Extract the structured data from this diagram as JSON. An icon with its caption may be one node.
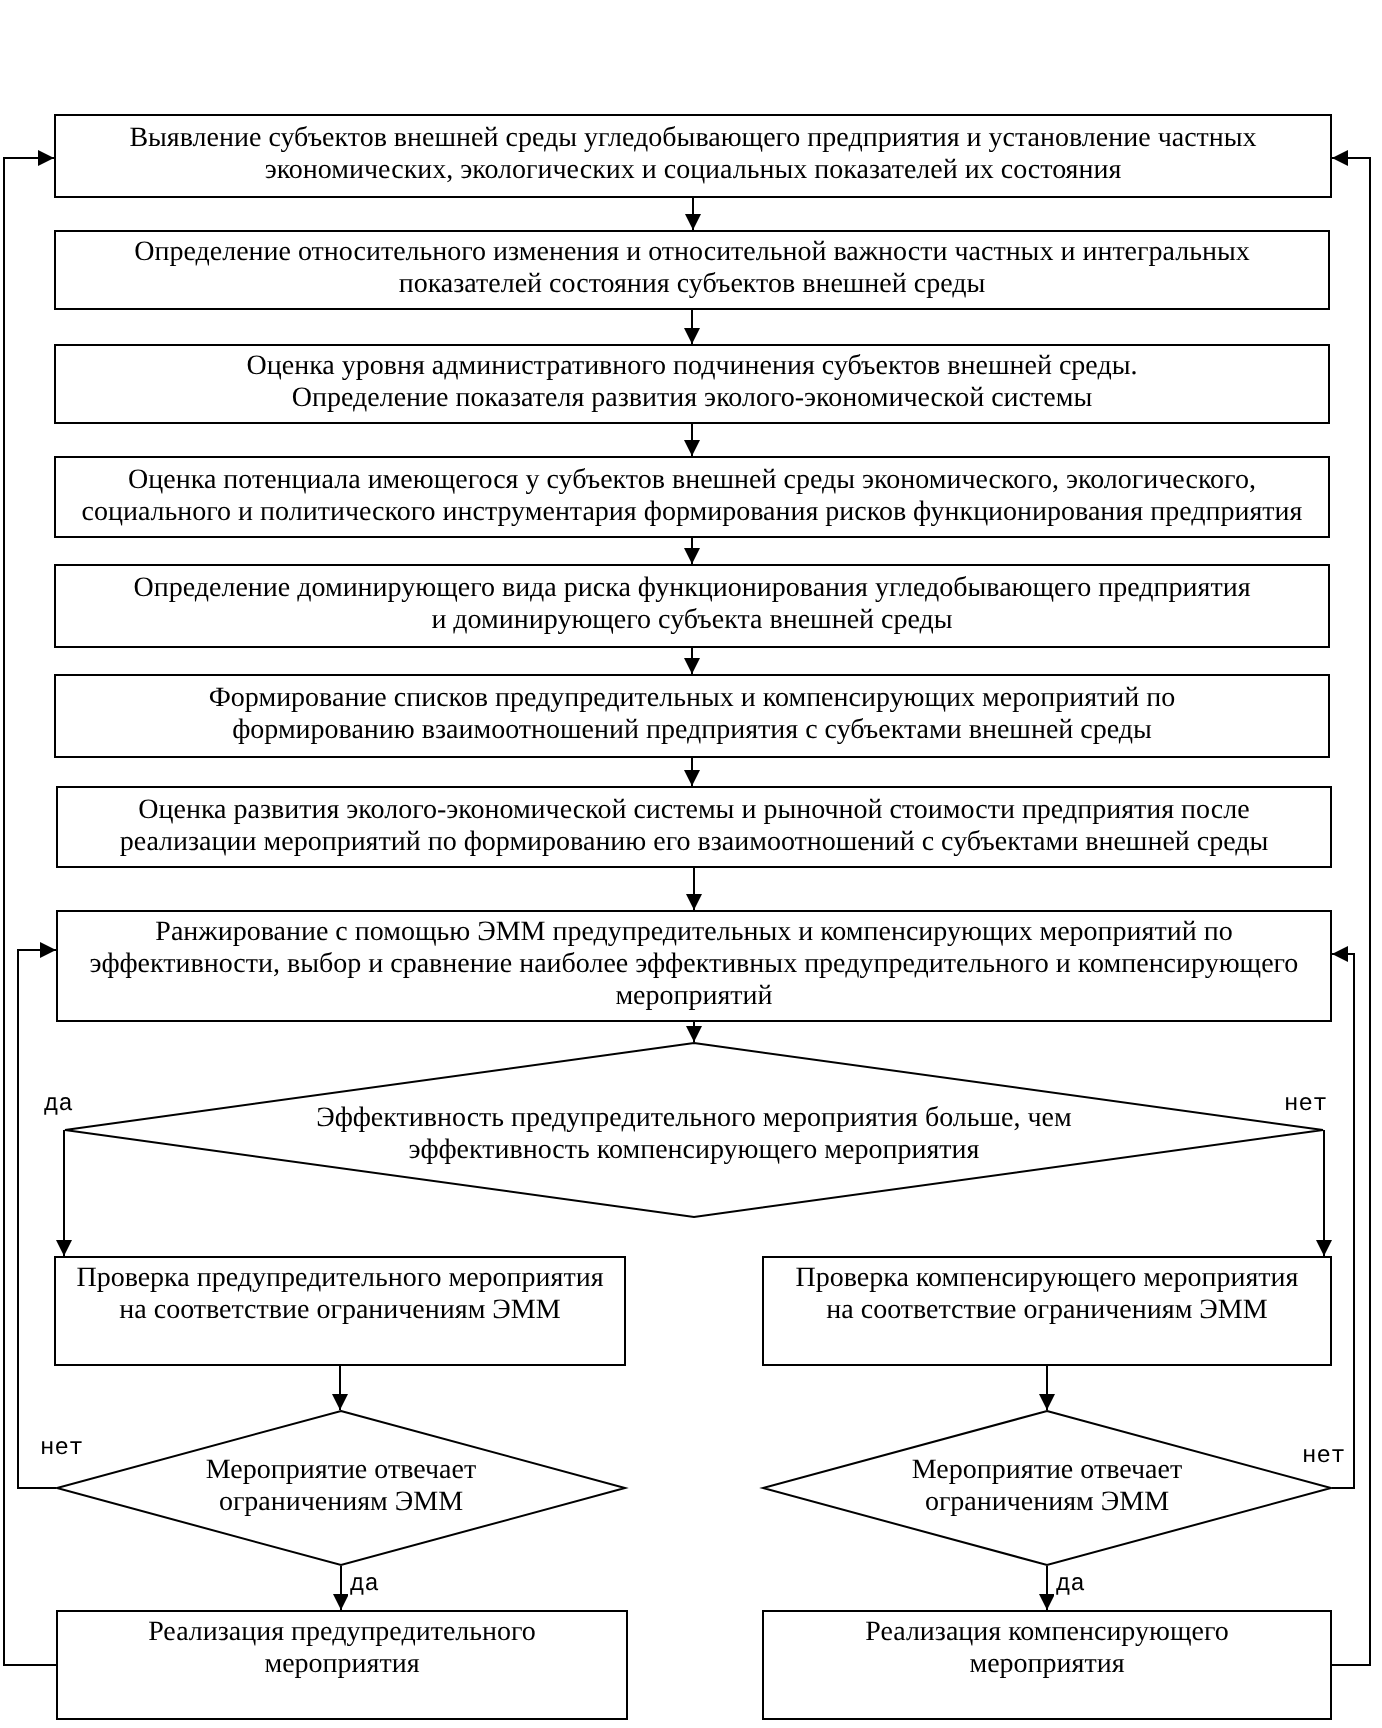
{
  "diagram": {
    "nodes": [
      {
        "text": [
          "Выявление субъектов внешней среды угледобывающего предприятия и установление частных экономических, экологических и социальных показателей их состояния"
        ]
      },
      {
        "text": [
          "Определение относительного изменения и относительной важности частных и интегральных показателей состояния субъектов внешней среды"
        ]
      },
      {
        "text": [
          "Оценка уровня административного подчинения субъектов внешней среды. Определение показателя развития эколого-экономической системы"
        ]
      },
      {
        "text": [
          "Оценка потенциала имеющегося у субъектов внешней среды экономического, экологического, социального и политического инструментария формирования рисков функционирования предприятия"
        ]
      },
      {
        "text": [
          "Определение доминирующего вида риска функционирования угледобывающего предприятия и доминирующего субъекта внешней среды"
        ]
      },
      {
        "text": [
          "Формирование списков предупредительных и компенсирующих мероприятий по формированию взаимоотношений предприятия с субъектами внешней среды"
        ]
      },
      {
        "text": [
          "Оценка развития эколого-экономической системы и рыночной стоимости предприятия после реализации мероприятий по формированию его взаимоотношений с субъектами внешней среды"
        ]
      },
      {
        "text": [
          "Ранжирование с помощью ЭММ предупредительных и компенсирующих мероприятий по эффективности, выбор и сравнение наиболее эффективных предупредительного и компенсирующего мероприятий"
        ]
      },
      {
        "text": [
          "Эффективность предупредительного мероприятия больше, чем эффективность компенсирующего мероприятия"
        ]
      },
      {
        "text": [
          "Проверка предупредительного мероприятия на соответствие ограничениям ЭММ"
        ]
      },
      {
        "text": [
          "Проверка компенсирующего мероприятия на соответствие ограничениям ЭММ"
        ]
      },
      {
        "text": [
          "Мероприятие отвечает ограничениям ЭММ"
        ]
      },
      {
        "text": [
          "Мероприятие отвечает ограничениям ЭММ"
        ]
      },
      {
        "text": [
          "Реализация предупредительного мероприятия"
        ]
      },
      {
        "text": [
          "Реализация компенсирующего мероприятия"
        ]
      }
    ],
    "edges": [
      {
        "from": 0,
        "to": 1,
        "arrow": "to"
      },
      {
        "from": 1,
        "to": 2,
        "arrow": "to"
      },
      {
        "from": 2,
        "to": 3,
        "arrow": "to"
      },
      {
        "from": 3,
        "to": 4,
        "arrow": "to"
      },
      {
        "from": 4,
        "to": 5,
        "arrow": "to"
      },
      {
        "from": 5,
        "to": 6,
        "arrow": "to"
      },
      {
        "from": 6,
        "to": 7,
        "arrow": "to"
      },
      {
        "from": 7,
        "to": 8,
        "arrow": "to"
      },
      {
        "from": 8,
        "to": 9,
        "arrow": "to",
        "label": "да"
      },
      {
        "from": 8,
        "to": 10,
        "arrow": "to",
        "label": "нет"
      },
      {
        "from": 9,
        "to": 11,
        "arrow": "to"
      },
      {
        "from": 10,
        "to": 12,
        "arrow": "to"
      },
      {
        "from": 11,
        "to": 13,
        "arrow": "to",
        "label": "да"
      },
      {
        "from": 12,
        "to": 14,
        "arrow": "to",
        "label": "да"
      },
      {
        "from": 11,
        "to": 7,
        "arrow": "to",
        "label": "нет"
      },
      {
        "from": 12,
        "to": 7,
        "arrow": "to",
        "label": "нет"
      },
      {
        "from": 13,
        "to": 0,
        "arrow": "to"
      },
      {
        "from": 14,
        "to": 0,
        "arrow": "to"
      }
    ]
  }
}
